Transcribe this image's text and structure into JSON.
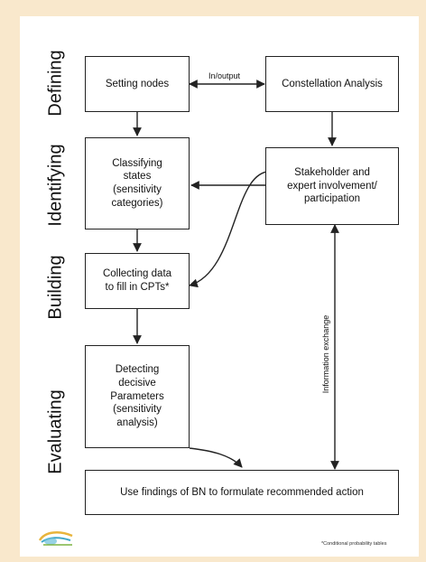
{
  "phases": {
    "defining": "Defining",
    "identifying": "Identifying",
    "building": "Building",
    "evaluating": "Evaluating"
  },
  "boxes": {
    "setting_nodes": "Setting nodes",
    "constellation_analysis": "Constellation Analysis",
    "classifying_states": "Classifying\nstates\n(sensitivity\ncategories)",
    "stakeholder": "Stakeholder and\nexpert involvement/\nparticipation",
    "collecting_data": "Collecting data\nto fill in CPTs*",
    "detecting_parameters": "Detecting\ndecisive\nParameters\n(sensitivity\nanalysis)",
    "use_findings": "Use findings of BN to formulate recommended action"
  },
  "labels": {
    "in_output": "In/output",
    "information_exchange": "Information exchange"
  },
  "footnote": "*Conditional probability tables",
  "colors": {
    "background": "#f9e8cc",
    "stroke": "#222222"
  },
  "icons": {
    "logo": "logo-icon"
  }
}
